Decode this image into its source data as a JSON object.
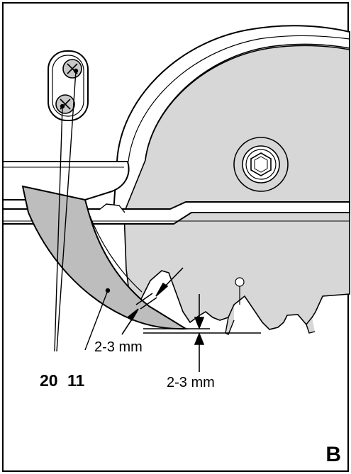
{
  "figure": {
    "panel_letter": "B",
    "callouts": {
      "screws": "20",
      "guard": "11"
    },
    "dimensions": {
      "blade_gap": "2-3 mm",
      "base_gap": "2-3 mm"
    }
  }
}
